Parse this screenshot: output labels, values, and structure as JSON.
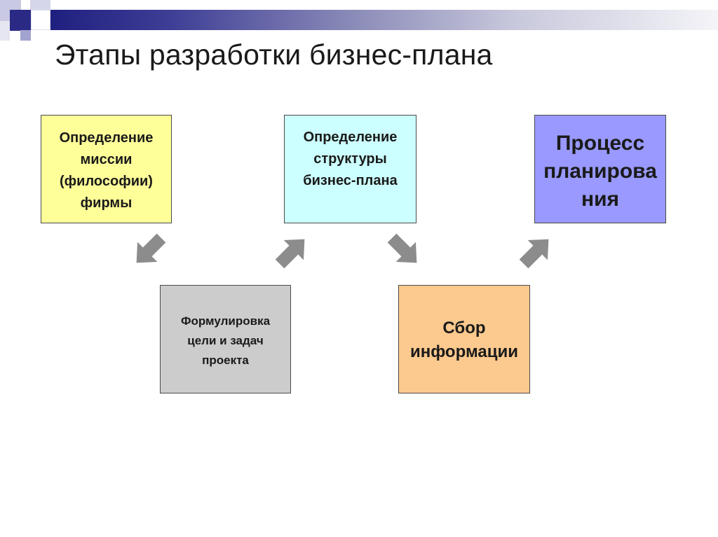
{
  "title": "Этапы разработки бизнес-плана",
  "steps": [
    {
      "text": "Определение\nмиссии\n(философии)\nфирмы",
      "color": "#ffff99"
    },
    {
      "text": "Формулировка\nцели и задач\nпроекта",
      "color": "#cccccc"
    },
    {
      "text": "Определение\nструктуры\nбизнес-плана",
      "color": "#ccffff"
    },
    {
      "text": "Сбор\nинформации",
      "color": "#fcc98e"
    },
    {
      "text": "Процесс\nпланирова\nния",
      "color": "#9999ff"
    }
  ],
  "colors": {
    "arrow": "#8c8c8c",
    "accent_dark": "#1f1f80",
    "accent_light": "#9999cc"
  }
}
